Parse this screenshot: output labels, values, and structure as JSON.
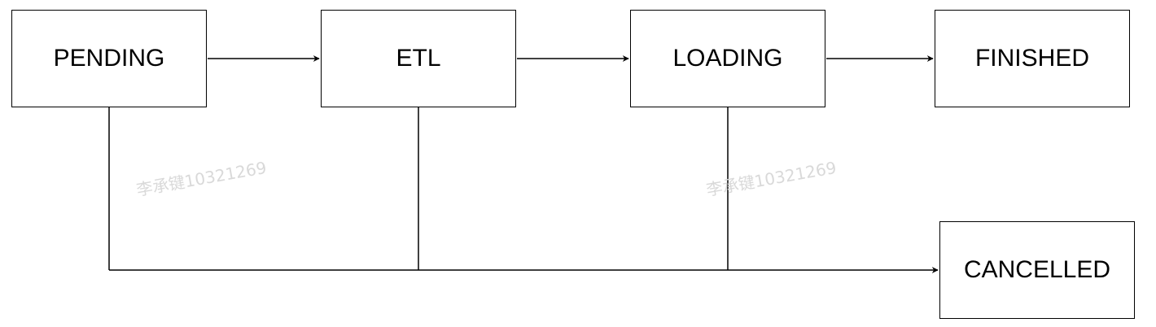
{
  "nodes": {
    "pending": "PENDING",
    "etl": "ETL",
    "loading": "LOADING",
    "finished": "FINISHED",
    "cancelled": "CANCELLED"
  },
  "watermarks": [
    "李承键10321269",
    "李承键10321269"
  ],
  "colors": {
    "stroke": "#000000",
    "background": "#ffffff",
    "watermark": "#d9d9d9"
  }
}
